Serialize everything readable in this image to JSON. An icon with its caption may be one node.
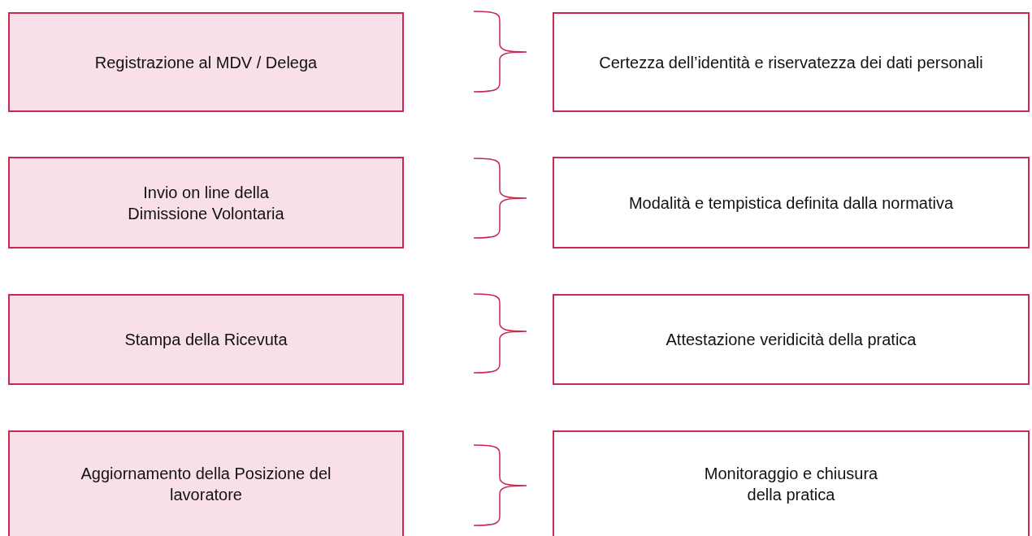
{
  "diagram": {
    "nodes": [
      {
        "text": [
          "Registrazione al MDV / Delega"
        ]
      },
      {
        "text": [
          "Certezza dell’identità e riservatezza dei dati personali"
        ]
      },
      {
        "text": [
          "Invio on line della Dimissione Volontaria"
        ]
      },
      {
        "text": [
          "Modalità e tempistica definita dalla normativa"
        ]
      },
      {
        "text": [
          "Stampa della Ricevuta"
        ]
      },
      {
        "text": [
          "Attestazione veridicità della pratica"
        ]
      },
      {
        "text": [
          "Aggiornamento della Posizione del lavoratore"
        ]
      },
      {
        "text": [
          "Monitoraggio e chiusura della pratica"
        ]
      }
    ]
  }
}
